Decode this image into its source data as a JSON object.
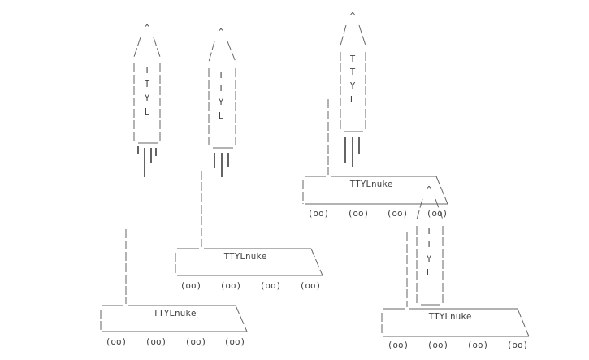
{
  "art": {
    "rockets": [
      {
        "tip": "^",
        "letters": [
          "T",
          "T",
          "Y",
          "L"
        ]
      },
      {
        "tip": "^",
        "letters": [
          "T",
          "T",
          "Y",
          "L"
        ]
      },
      {
        "tip": "^",
        "letters": [
          "T",
          "T",
          "Y",
          "L"
        ]
      },
      {
        "tip": "^",
        "letters": [
          "T",
          "T",
          "Y",
          "L"
        ]
      }
    ],
    "tanks": [
      {
        "label": "TTYLnuke",
        "wheels": [
          "(oo)",
          "(oo)",
          "(oo)",
          "(oo)"
        ]
      },
      {
        "label": "TTYLnuke",
        "wheels": [
          "(oo)",
          "(oo)",
          "(oo)",
          "(oo)"
        ]
      },
      {
        "label": "TTYLnuke",
        "wheels": [
          "(oo)",
          "(oo)",
          "(oo)",
          "(oo)"
        ]
      },
      {
        "label": "TTYLnuke",
        "wheels": [
          "(oo)",
          "(oo)",
          "(oo)",
          "(oo)"
        ]
      }
    ]
  }
}
